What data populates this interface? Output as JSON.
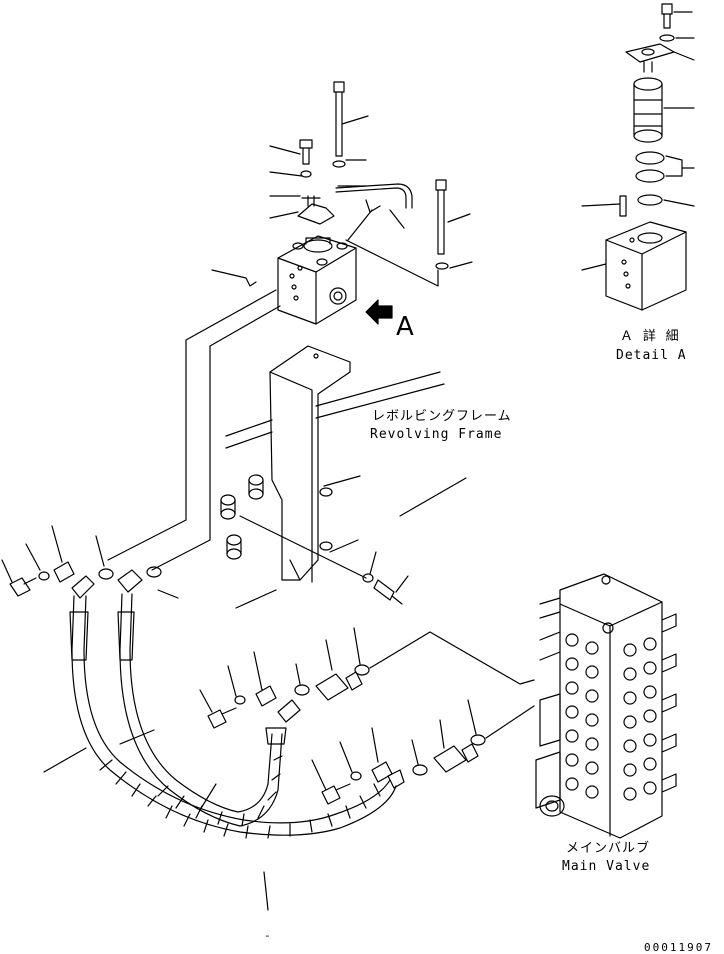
{
  "labels": {
    "view_arrow": "A",
    "detail_jp": "Ａ 詳 細",
    "detail_en": "Detail A",
    "revolving_jp": "レボルビングフレーム",
    "revolving_en": "Revolving Frame",
    "main_valve_jp": "メインバルブ",
    "main_valve_en": "Main Valve",
    "drawing_number": "00011907",
    "bottom_mark": "-"
  },
  "colors": {
    "line": "#000000",
    "background": "#ffffff"
  }
}
